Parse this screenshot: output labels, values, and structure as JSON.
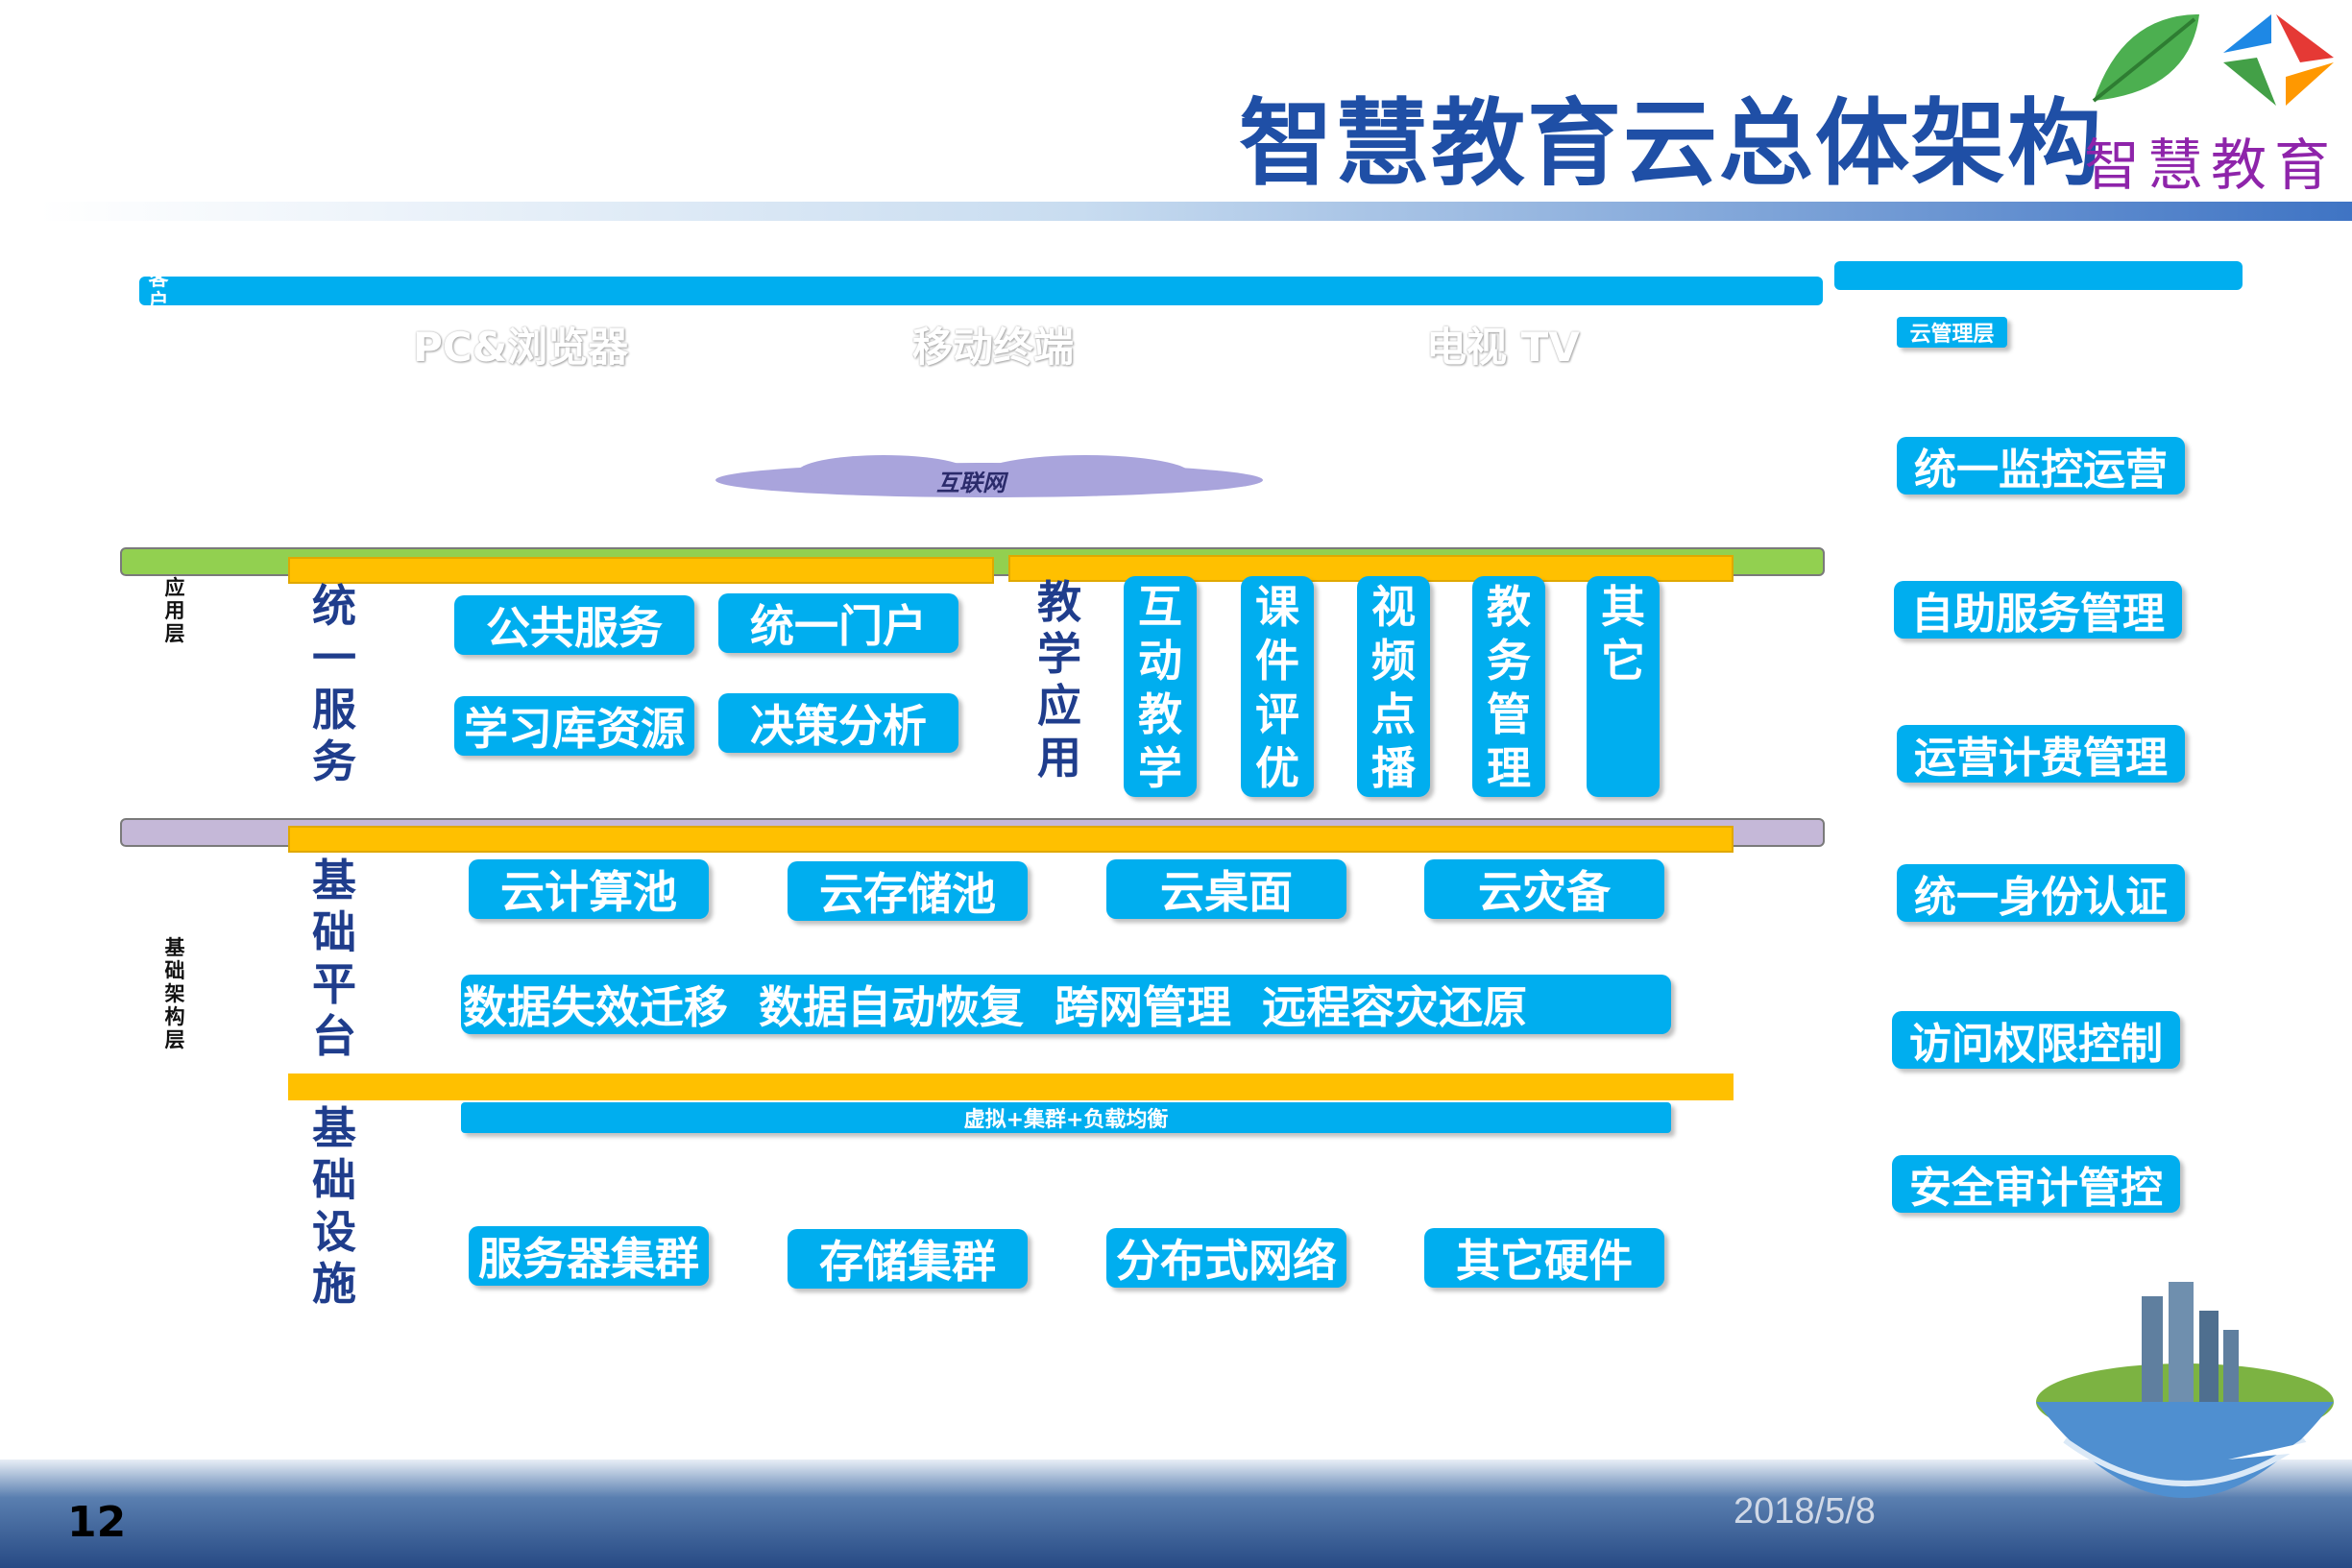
{
  "title": "智慧教育云总体架构",
  "logo": {
    "text": "智慧教育"
  },
  "client_layer": {
    "label": "客户端",
    "items": [
      "PC&浏览器",
      "移动终端",
      "电视 TV"
    ]
  },
  "internet": {
    "label": "互联网"
  },
  "app_layer": {
    "label": "应用层",
    "unified_service": {
      "label": "统一服务",
      "items": [
        "公共服务",
        "统一门户",
        "学习库资源",
        "决策分析"
      ]
    },
    "teaching_app": {
      "label": "教学应用",
      "items": [
        "互动教学",
        "课件评优",
        "视频点播",
        "教务管理",
        "其它"
      ]
    }
  },
  "infra_layer": {
    "label": "基础架构层",
    "platform": {
      "label": "基础平台",
      "pools": [
        "云计算池",
        "云存储池",
        "云桌面",
        "云灾备"
      ],
      "features": "数据失效迁移  数据自动恢复  跨网管理  远程容灾还原"
    },
    "facilities": {
      "label": "基础设施",
      "virtual_bar": "虚拟+集群+负载均衡",
      "items": [
        "服务器集群",
        "存储集群",
        "分布式网络",
        "其它硬件"
      ]
    }
  },
  "cloud_mgmt": {
    "label": "云管理层",
    "items": [
      "统一监控运营",
      "自助服务管理",
      "运营计费管理",
      "统一身份认证",
      "访问权限控制",
      "安全审计管控"
    ]
  },
  "footer": {
    "page_number": "12",
    "date": "2018/5/8"
  },
  "colors": {
    "accent_blue": "#00aeef",
    "title_blue": "#1f4fa6",
    "orange": "#ffc000",
    "green": "#92d050",
    "lavender": "#c5b8d8"
  }
}
